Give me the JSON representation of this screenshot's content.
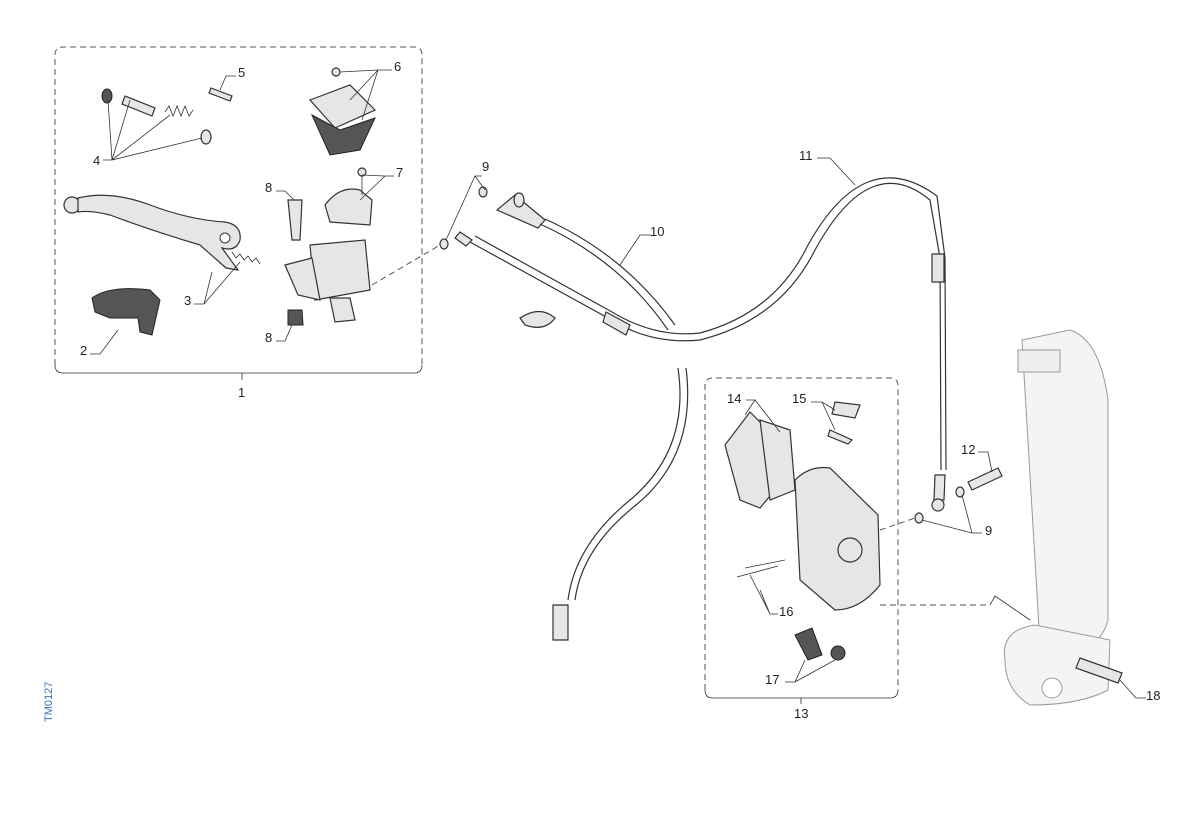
{
  "diagram": {
    "reference_code": "TM0127",
    "labels": {
      "l1": "1",
      "l2": "2",
      "l3": "3",
      "l4": "4",
      "l5": "5",
      "l6": "6",
      "l7": "7",
      "l8a": "8",
      "l8b": "8",
      "l9a": "9",
      "l9b": "9",
      "l10": "10",
      "l11": "11",
      "l12": "12",
      "l13": "13",
      "l14": "14",
      "l15": "15",
      "l16": "16",
      "l17": "17",
      "l18": "18"
    }
  }
}
